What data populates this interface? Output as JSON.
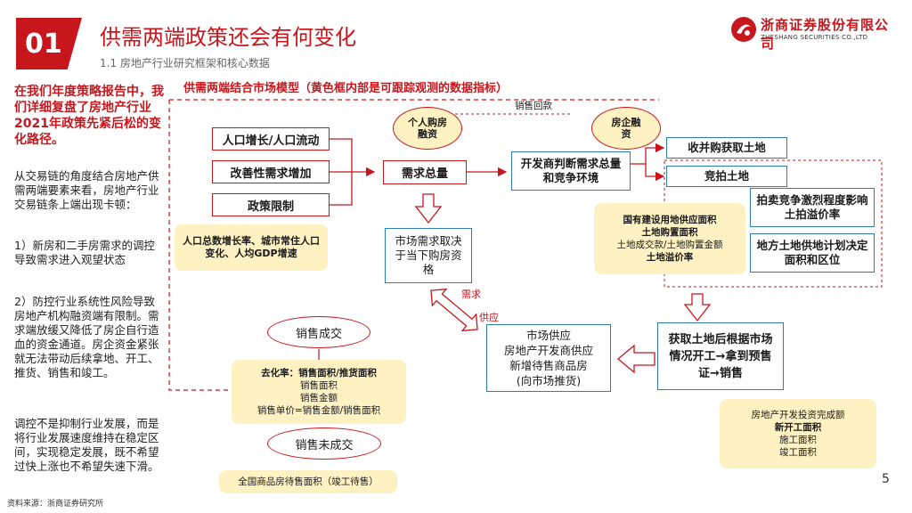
{
  "header": {
    "badge": "01",
    "title": "供需两端政策还会有何变化",
    "subtitle": "1.1 房地产行业研究框架和核心数据",
    "logo_cn": "浙商证券股份有限公司",
    "logo_en": "ZHESHANG SECURITIES CO.,LTD"
  },
  "left": {
    "highlight": "在我们年度策略报告中，我们详细复盘了房地产行业2021年政策先紧后松的变化路径。",
    "p1": "从交易链的角度结合房地产供需两端要素来看，房地产行业交易链条上端出现卡顿：",
    "p2": "1）新房和二手房需求的调控导致需求进入观望状态",
    "p3": "2）防控行业系统性风险导致房地产机构融资端有限制。需求端放缓又降低了房企自行造血的资金通道。房企资金紧张就无法带动后续拿地、开工、推货、销售和竣工。",
    "p4": "调控不是抑制行业发展，而是将行业发展速度维持在稳定区间，实现稳定发展，既不希望过快上涨也不希望失速下滑。"
  },
  "diagram": {
    "title": "供需两端结合市场模型（黄色框内部是可跟踪观测的数据指标）",
    "sales_return": "销售回款",
    "demand_factors": [
      "人口增长/人口流动",
      "改善性需求增加",
      "政策限制"
    ],
    "demand_indicators": "人口总数增长率、城市常住人口变化、人均GDP增速",
    "personal_finance": "个人购房融资",
    "total_demand": "需求总量",
    "market_demand": "市场需求取决于当下购房资格",
    "developer_judge": "开发商判断需求总量和竞争环境",
    "developer_finance": "房企融资",
    "land_options": [
      "收并购获取土地",
      "竞拍土地"
    ],
    "land_details": [
      "拍卖竞争激烈程度影响土拍溢价率",
      "地方土地供地计划决定面积和区位"
    ],
    "land_indicators": [
      "国有建设用地供应面积",
      "土地购置面积",
      "土地成交款/土地购置金额",
      "土地溢价率"
    ],
    "construction": "获取土地后根据市场情况开工→拿到预售证→销售",
    "label_demand": "需求",
    "label_supply": "供应",
    "market_supply": [
      "市场供应",
      "房地产开发商供应",
      "新增待售商品房",
      "(向市场推货)"
    ],
    "sold": "销售成交",
    "unsold": "销售未成交",
    "sales_indicators": [
      "去化率：销售面积/推货面积",
      "销售面积",
      "销售金额",
      "销售单价=销售金额/销售面积"
    ],
    "inventory_indicator": "全国商品房待售面积（竣工待售）",
    "investment_indicators": [
      "房地产开发投资完成额",
      "新开工面积",
      "施工面积",
      "竣工面积"
    ]
  },
  "footer": {
    "source": "资料来源：浙商证券研究所",
    "page": "5"
  },
  "colors": {
    "brand_red": "#c8161d",
    "blue": "#2e7bbf",
    "yellow_box": "#fff2c2"
  }
}
